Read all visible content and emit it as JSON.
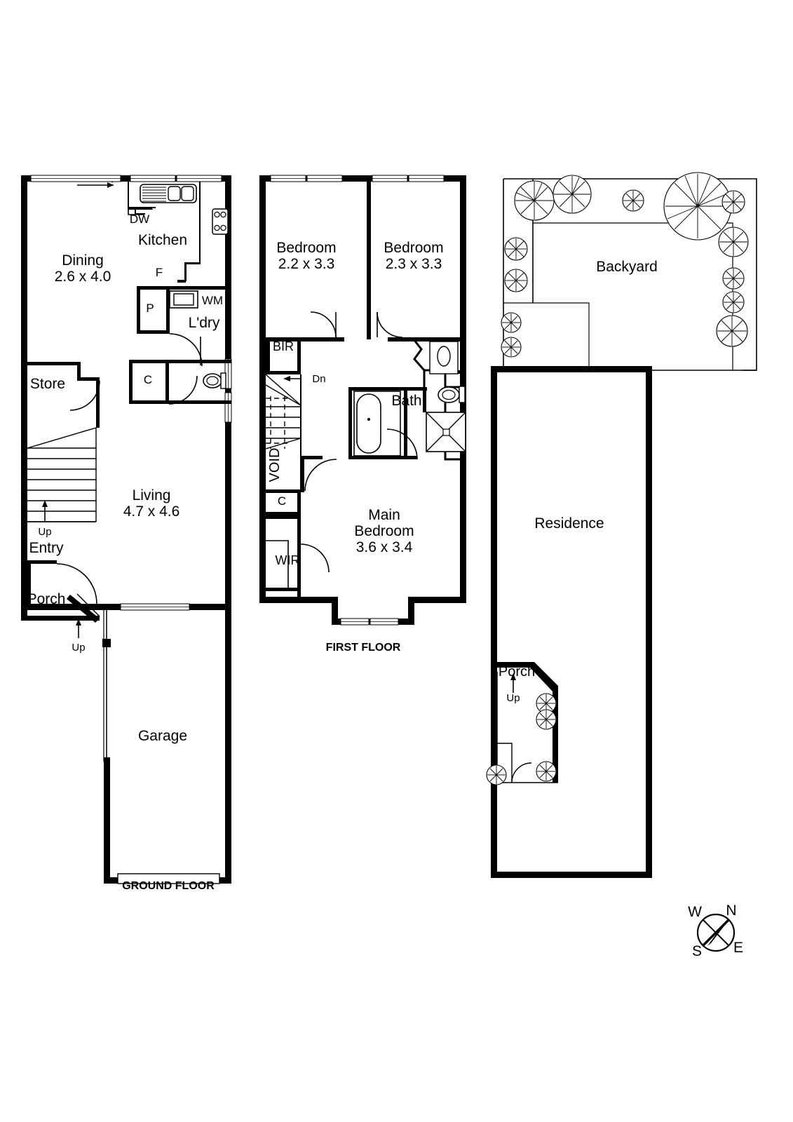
{
  "document": {
    "type": "residential-floor-plan",
    "title": "Two-storey townhouse floor plan",
    "background_color": "#ffffff",
    "line_color": "#000000"
  },
  "floors": [
    {
      "id": "ground",
      "caption": "GROUND FLOOR",
      "rooms": [
        {
          "name": "Dining",
          "label": "Dining",
          "dimensions": "2.6 x 4.0"
        },
        {
          "name": "Kitchen",
          "label": "Kitchen",
          "dimensions": ""
        },
        {
          "name": "Living",
          "label": "Living",
          "dimensions": "4.7 x 4.6"
        },
        {
          "name": "Store",
          "label": "Store",
          "dimensions": ""
        },
        {
          "name": "Laundry",
          "label": "L'dry",
          "dimensions": ""
        },
        {
          "name": "Entry",
          "label": "Entry",
          "dimensions": ""
        },
        {
          "name": "Porch",
          "label": "Porch",
          "dimensions": ""
        },
        {
          "name": "Garage",
          "label": "Garage",
          "dimensions": ""
        }
      ],
      "fixtures": [
        {
          "code": "DW",
          "label": "DW",
          "meaning": "dishwasher"
        },
        {
          "code": "F",
          "label": "F",
          "meaning": "fridge"
        },
        {
          "code": "P",
          "label": "P",
          "meaning": "pantry"
        },
        {
          "code": "WM",
          "label": "WM",
          "meaning": "washing machine"
        },
        {
          "code": "C",
          "label": "C",
          "meaning": "cupboard"
        }
      ],
      "annotations": [
        {
          "text": "Up",
          "meaning": "stair-direction-up-from-living"
        },
        {
          "text": "Up",
          "meaning": "stair-direction-up-to-porch"
        }
      ]
    },
    {
      "id": "first",
      "caption": "FIRST FLOOR",
      "rooms": [
        {
          "name": "Bedroom 2",
          "label": "Bedroom",
          "dimensions": "2.2 x 3.3"
        },
        {
          "name": "Bedroom 3",
          "label": "Bedroom",
          "dimensions": "2.3 x 3.3"
        },
        {
          "name": "Main Bedroom",
          "label": "Main\nBedroom",
          "dimensions": "3.6 x 3.4"
        },
        {
          "name": "Bath",
          "label": "Bath",
          "dimensions": ""
        }
      ],
      "fixtures": [
        {
          "code": "BIR",
          "label": "BIR",
          "meaning": "built-in-robe"
        },
        {
          "code": "WIR",
          "label": "WIR",
          "meaning": "walk-in-robe"
        },
        {
          "code": "C",
          "label": "C",
          "meaning": "cupboard"
        },
        {
          "code": "VOID",
          "label": "VOID",
          "meaning": "stairwell-void"
        }
      ],
      "annotations": [
        {
          "text": "Dn",
          "meaning": "stair-direction-down"
        }
      ]
    },
    {
      "id": "site",
      "caption": "",
      "rooms": [
        {
          "name": "Backyard",
          "label": "Backyard",
          "dimensions": ""
        },
        {
          "name": "Residence",
          "label": "Residence",
          "dimensions": ""
        },
        {
          "name": "Porch",
          "label": "Porch",
          "dimensions": ""
        }
      ],
      "annotations": [
        {
          "text": "Up",
          "meaning": "steps-up-to-porch"
        }
      ]
    }
  ],
  "compass": {
    "name": "compass-rose",
    "north": "N",
    "east": "E",
    "south": "S",
    "west": "W"
  }
}
